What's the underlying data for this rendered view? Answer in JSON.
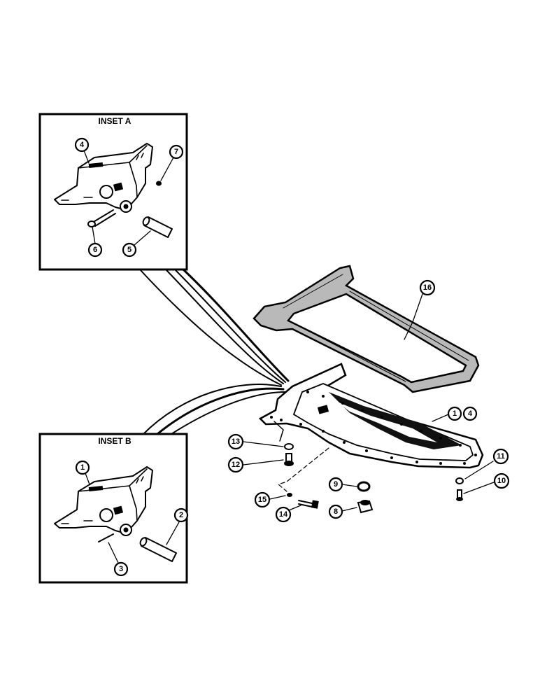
{
  "insets": {
    "a_title": "INSET A",
    "b_title": "INSET B"
  },
  "callouts": {
    "a4": "4",
    "a7": "7",
    "a6": "6",
    "a5": "5",
    "b1": "1",
    "b2": "2",
    "b3": "3",
    "c16": "16",
    "c1": "1",
    "c4": "4",
    "c13": "13",
    "c12": "12",
    "c9": "9",
    "c8": "8",
    "c15": "15",
    "c14": "14",
    "c11": "11",
    "c10": "10"
  }
}
